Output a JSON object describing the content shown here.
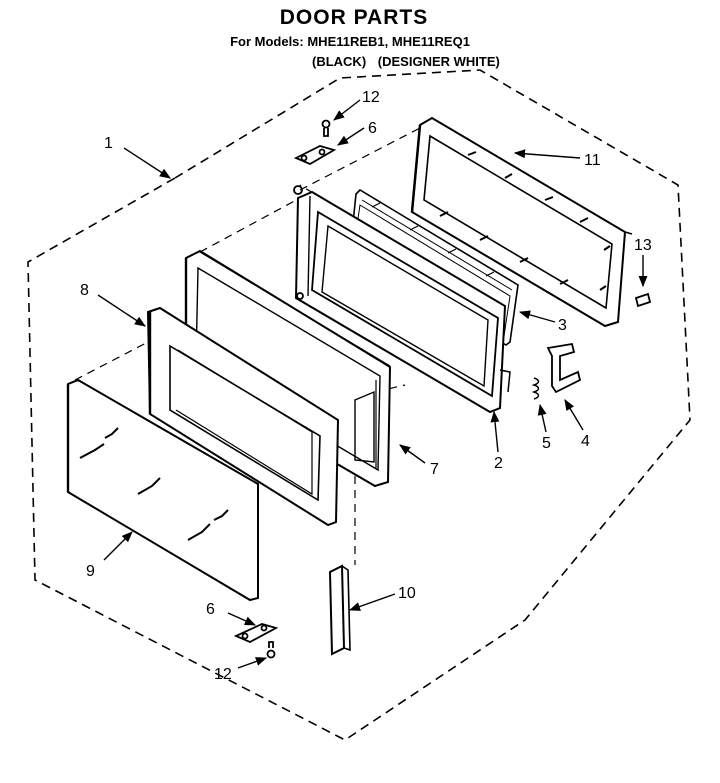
{
  "title": "DOOR PARTS",
  "models_line": "For Models: MHE11REB1, MHE11REQ1",
  "variants": [
    "(BLACK)",
    "(DESIGNER WHITE)"
  ],
  "callouts": {
    "c1": "1",
    "c2": "2",
    "c3": "3",
    "c4": "4",
    "c5": "5",
    "c6a": "6",
    "c6b": "6",
    "c7": "7",
    "c8": "8",
    "c9": "9",
    "c10": "10",
    "c11": "11",
    "c12a": "12",
    "c12b": "12",
    "c13": "13"
  }
}
